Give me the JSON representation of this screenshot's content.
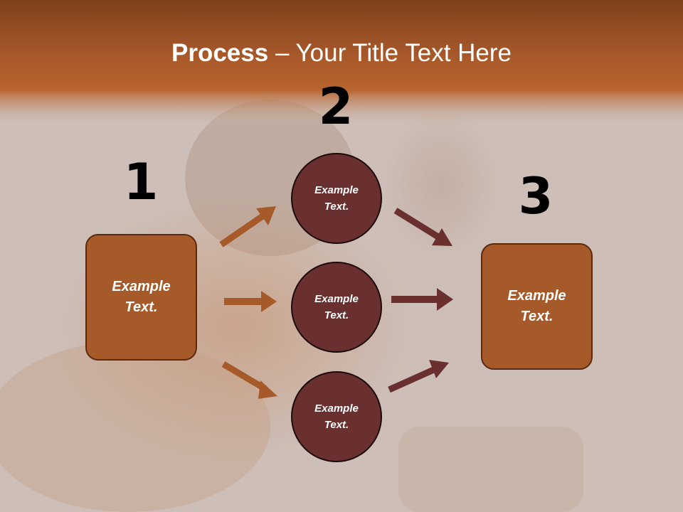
{
  "title": {
    "bold": "Process",
    "rest": " – Your Title Text Here"
  },
  "steps": [
    {
      "number": "1",
      "text": "Example\nText."
    },
    {
      "number": "2",
      "text": "Example\nText."
    },
    {
      "number": "3",
      "text": "Example\nText."
    }
  ],
  "circles": [
    {
      "text": "Example\nText."
    },
    {
      "text": "Example\nText."
    },
    {
      "text": "Example\nText."
    }
  ],
  "colors": {
    "header_band": "#b5602a",
    "box_fill": "#a65a2a",
    "circle_fill": "#6a3030",
    "arrow_in": "#a65a2a",
    "arrow_out": "#6a3030"
  }
}
